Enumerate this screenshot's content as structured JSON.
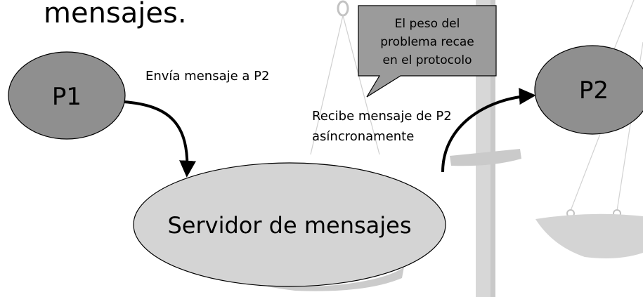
{
  "slide": {
    "title_fragment": "mensajes."
  },
  "nodes": {
    "p1": "P1",
    "p2": "P2",
    "server": "Servidor de mensajes"
  },
  "labels": {
    "send": "Envía mensaje a P2",
    "receive_line1": "Recibe mensaje de P2",
    "receive_line2": "asíncronamente"
  },
  "callout": {
    "line1": "El peso del",
    "line2": "problema recae",
    "line3": "en el protocolo"
  },
  "background": {
    "illustration": "balance-scale-icon"
  },
  "colors": {
    "node_fill": "#8f8f8f",
    "server_fill": "#d4d4d4",
    "callout_fill": "#9b9b9b",
    "scale_light": "#cfcfcf",
    "scale_mid": "#b3b3b3"
  }
}
